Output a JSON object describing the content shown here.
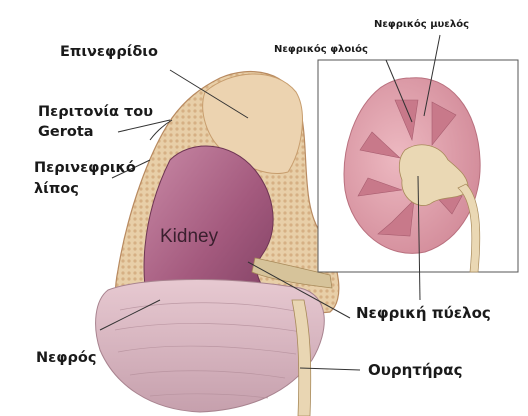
{
  "labels": {
    "adrenal": "Επινεφρίδιο",
    "gerota_line1": "Περιτονία του",
    "gerota_line2": "Gerota",
    "perirenal_line1": "Περινεφρικό",
    "perirenal_line2": "λίπος",
    "kidney_gr": "Νεφρός",
    "cortex": "Νεφρικός φλοιός",
    "medulla": "Νεφρικός μυελός",
    "pelvis": "Νεφρική πύελος",
    "ureter": "Ουρητήρας",
    "organ_text": "Kidney"
  },
  "colors": {
    "fat": "#e6c9a0",
    "fat_dark": "#c99d6e",
    "kidney": "#a45a7e",
    "kidney_light": "#c98aa6",
    "fascia": "#d9b7c2",
    "cortex": "#e3a5b0",
    "medulla": "#cc7f8f",
    "pelvis": "#e8d4b0",
    "line": "#333333"
  }
}
